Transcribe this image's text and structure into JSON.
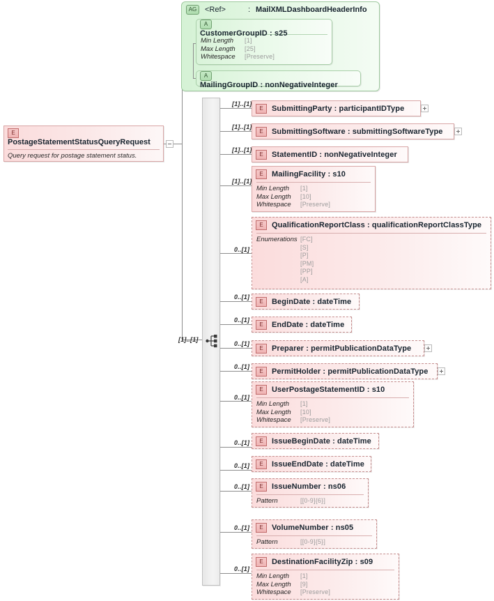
{
  "diagram": {
    "type": "xml-schema-diagram",
    "root": {
      "badge": "E",
      "title": "PostageStatementStatusQueryRequest",
      "description": "Query request for postage statement status."
    },
    "attribute_group": {
      "badge": "AG",
      "ref": "<Ref>",
      "separator": ":",
      "name": "MailXMLDashboardHeaderInfo",
      "attributes": [
        {
          "badge": "A",
          "title": "CustomerGroupID : s25",
          "facets": [
            {
              "name": "Min Length",
              "value": "[1]"
            },
            {
              "name": "Max Length",
              "value": "[25]"
            },
            {
              "name": "Whitespace",
              "value": "[Preserve]"
            }
          ]
        },
        {
          "badge": "A",
          "title": "MailingGroupID : nonNegativeInteger",
          "facets": []
        }
      ]
    },
    "elements": [
      {
        "badge": "E",
        "cardinality": "[1]..[1]",
        "title": "SubmittingParty : participantIDType",
        "required": true,
        "expandable": true,
        "facets": []
      },
      {
        "badge": "E",
        "cardinality": "[1]..[1]",
        "title": "SubmittingSoftware : submittingSoftwareType",
        "required": true,
        "expandable": true,
        "facets": []
      },
      {
        "badge": "E",
        "cardinality": "[1]..[1]",
        "title": "StatementID : nonNegativeInteger",
        "required": true,
        "expandable": false,
        "facets": []
      },
      {
        "badge": "E",
        "cardinality": "[1]..[1]",
        "title": "MailingFacility : s10",
        "required": true,
        "expandable": false,
        "facets": [
          {
            "name": "Min Length",
            "value": "[1]"
          },
          {
            "name": "Max Length",
            "value": "[10]"
          },
          {
            "name": "Whitespace",
            "value": "[Preserve]"
          }
        ]
      },
      {
        "badge": "E",
        "cardinality": "0..[1]",
        "title": "QualificationReportClass : qualificationReportClassType",
        "required": false,
        "expandable": false,
        "facets": [
          {
            "name": "Enumerations",
            "value": "[FC]"
          },
          {
            "name": "",
            "value": "[S]"
          },
          {
            "name": "",
            "value": "[P]"
          },
          {
            "name": "",
            "value": "[PM]"
          },
          {
            "name": "",
            "value": "[PP]"
          },
          {
            "name": "",
            "value": "[A]"
          }
        ]
      },
      {
        "badge": "E",
        "cardinality": "0..[1]",
        "title": "BeginDate : dateTime",
        "required": false,
        "expandable": false,
        "facets": []
      },
      {
        "badge": "E",
        "cardinality": "0..[1]",
        "title": "EndDate : dateTime",
        "required": false,
        "expandable": false,
        "facets": []
      },
      {
        "badge": "E",
        "cardinality": "0..[1]",
        "title": "Preparer : permitPublicationDataType",
        "required": false,
        "expandable": true,
        "facets": []
      },
      {
        "badge": "E",
        "cardinality": "0..[1]",
        "title": "PermitHolder : permitPublicationDataType",
        "required": false,
        "expandable": true,
        "facets": []
      },
      {
        "badge": "E",
        "cardinality": "0..[1]",
        "title": "UserPostageStatementID : s10",
        "required": false,
        "expandable": false,
        "facets": [
          {
            "name": "Min Length",
            "value": "[1]"
          },
          {
            "name": "Max Length",
            "value": "[10]"
          },
          {
            "name": "Whitespace",
            "value": "[Preserve]"
          }
        ]
      },
      {
        "badge": "E",
        "cardinality": "0..[1]",
        "title": "IssueBeginDate : dateTime",
        "required": false,
        "expandable": false,
        "facets": []
      },
      {
        "badge": "E",
        "cardinality": "0..[1]",
        "title": "IssueEndDate : dateTime",
        "required": false,
        "expandable": false,
        "facets": []
      },
      {
        "badge": "E",
        "cardinality": "0..[1]",
        "title": "IssueNumber : ns06",
        "required": false,
        "expandable": false,
        "facets": [
          {
            "name": "Pattern",
            "value": "[[0-9]{6}]"
          }
        ]
      },
      {
        "badge": "E",
        "cardinality": "0..[1]",
        "title": "VolumeNumber : ns05",
        "required": false,
        "expandable": false,
        "facets": [
          {
            "name": "Pattern",
            "value": "[[0-9]{5}]"
          }
        ]
      },
      {
        "badge": "E",
        "cardinality": "0..[1]",
        "title": "DestinationFacilityZip : s09",
        "required": false,
        "expandable": false,
        "facets": [
          {
            "name": "Min Length",
            "value": "[1]"
          },
          {
            "name": "Max Length",
            "value": "[9]"
          },
          {
            "name": "Whitespace",
            "value": "[Preserve]"
          }
        ]
      }
    ],
    "sequence": {
      "cardinality": "[1]..[1]",
      "icon": "sequence-icon"
    },
    "colors": {
      "element_fill": "#fbdcdc",
      "element_border": "#d9a6a6",
      "group_fill": "#d5f2d5",
      "group_border": "#9fca9f",
      "line": "#8c8c8c"
    }
  }
}
